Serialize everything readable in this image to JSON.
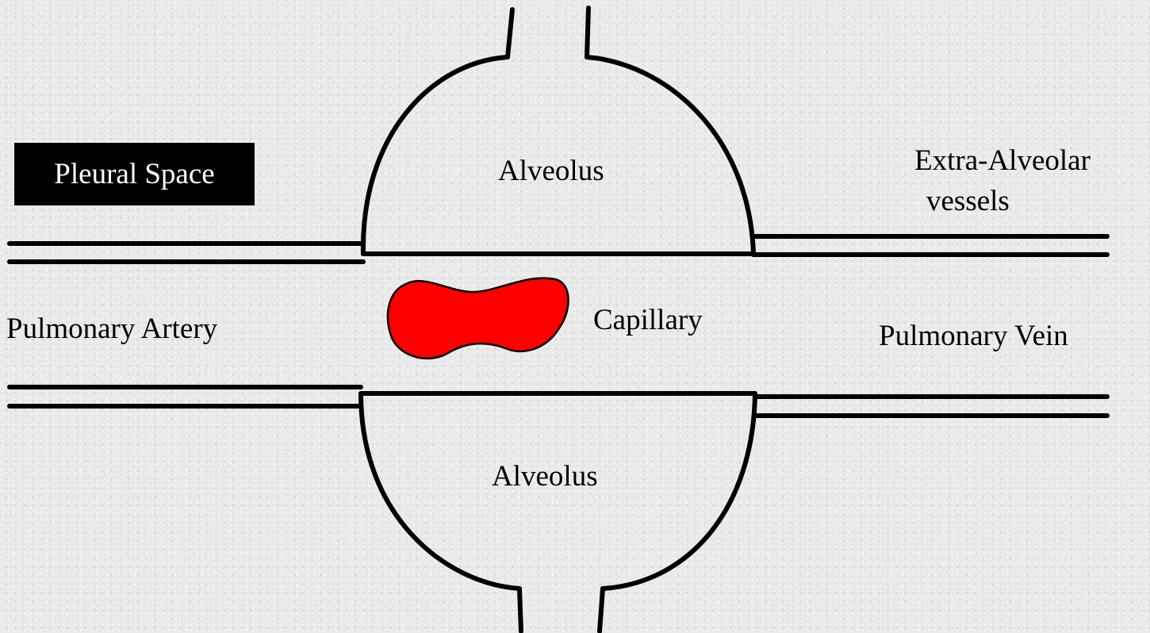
{
  "diagram": {
    "labels": {
      "pleural_space": "Pleural Space",
      "alveolus_top": "Alveolus",
      "alveolus_bottom": "Alveolus",
      "extra_alveolar_line1": "Extra-Alveolar",
      "extra_alveolar_line2": "vessels",
      "capillary": "Capillary",
      "pulmonary_artery": "Pulmonary Artery",
      "pulmonary_vein": "Pulmonary Vein"
    },
    "colors": {
      "capillary_fill": "#ff0000",
      "stroke": "#000000",
      "label_box": "#000000",
      "label_box_text": "#ffffff"
    }
  }
}
